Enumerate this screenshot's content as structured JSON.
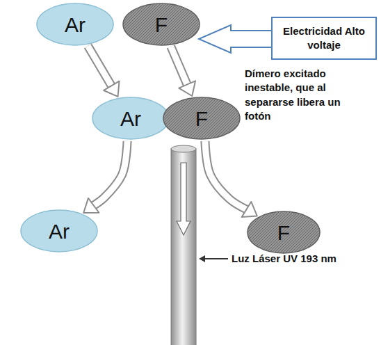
{
  "diagram": {
    "nodes": [
      {
        "text": [
          "Ar"
        ]
      },
      {
        "text": [
          "F"
        ]
      },
      {
        "text": [
          "Electricidad Alto voltaje"
        ]
      },
      {
        "text": [
          "Ar"
        ]
      },
      {
        "text": [
          "F"
        ]
      },
      {
        "text": [
          "Ar"
        ]
      },
      {
        "text": [
          "F"
        ]
      }
    ],
    "edges": [
      {
        "from": 0,
        "to": 3,
        "arrow": "to"
      },
      {
        "from": 1,
        "to": 4,
        "arrow": "to"
      },
      {
        "from": 3,
        "to": 5,
        "arrow": "to"
      },
      {
        "from": 4,
        "to": 6,
        "arrow": "to"
      }
    ],
    "labels": [
      "Dímero excitado inestable, que al separarse libera un fotón",
      "Luz Láser UV 193 nm"
    ]
  }
}
